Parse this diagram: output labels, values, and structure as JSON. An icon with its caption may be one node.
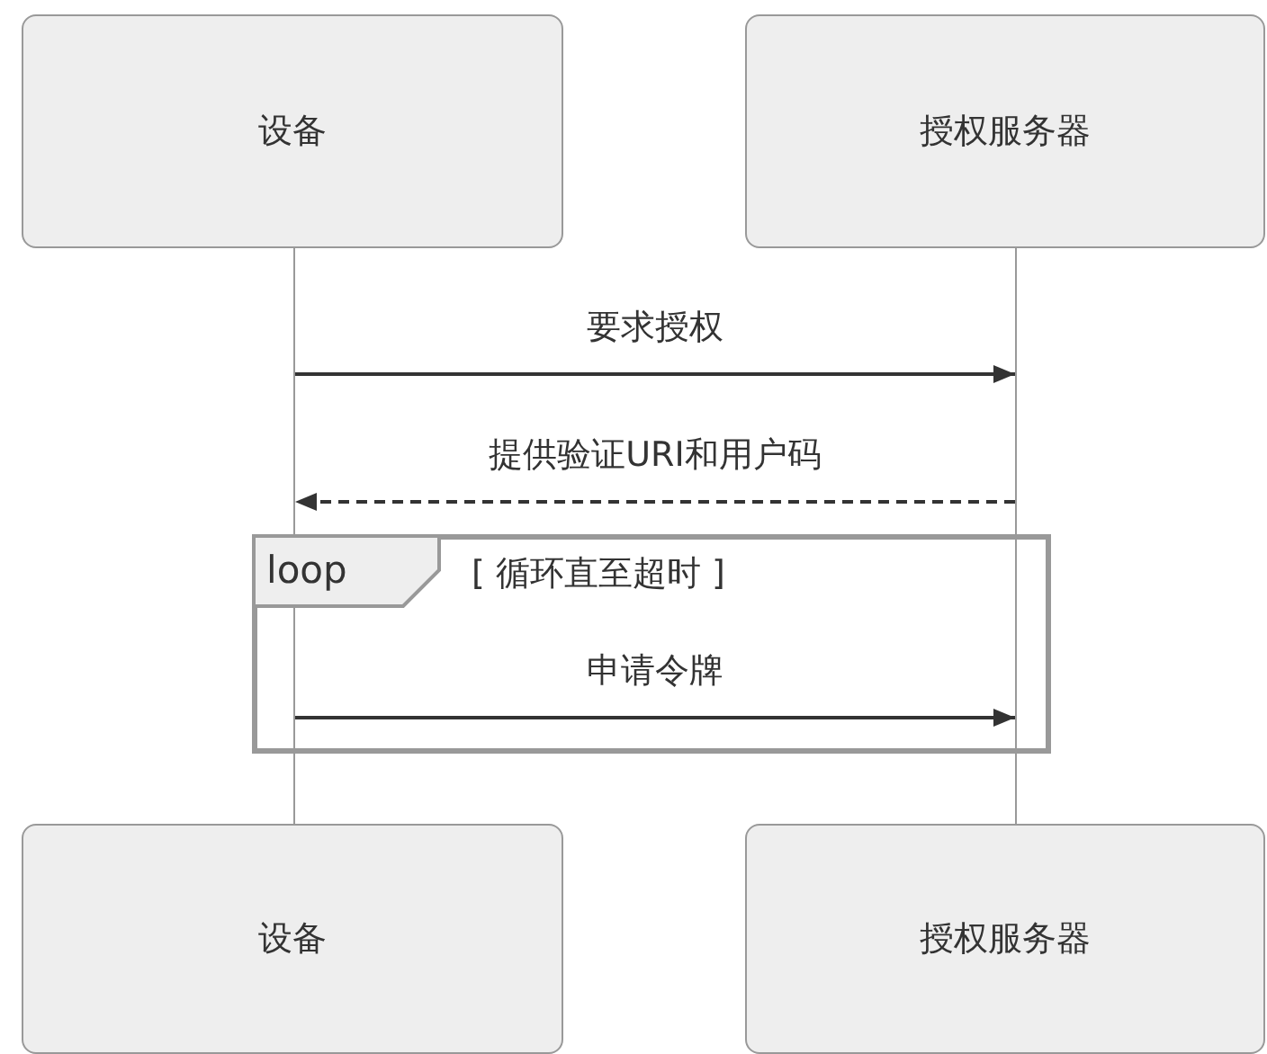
{
  "diagram": {
    "nodes": [
      {
        "text": [
          "设备"
        ]
      },
      {
        "text": [
          "授权服务器"
        ]
      },
      {
        "text": [],
        "shape": "bar"
      },
      {
        "text": [],
        "shape": "bar"
      },
      {
        "text": [
          "loop"
        ],
        "beside": [
          "[ 循环直至超时 ]"
        ]
      },
      {
        "text": [
          "设备"
        ]
      },
      {
        "text": [
          "授权服务器"
        ]
      }
    ],
    "edges": [
      {
        "from": 2,
        "to": 3,
        "arrow": "to",
        "label": "要求授权"
      },
      {
        "from": 3,
        "to": 2,
        "arrow": "to",
        "label": "提供验证URI和用户码",
        "style": "dashed"
      },
      {
        "from": 2,
        "to": 3,
        "arrow": "to",
        "label": "申请令牌"
      }
    ]
  }
}
